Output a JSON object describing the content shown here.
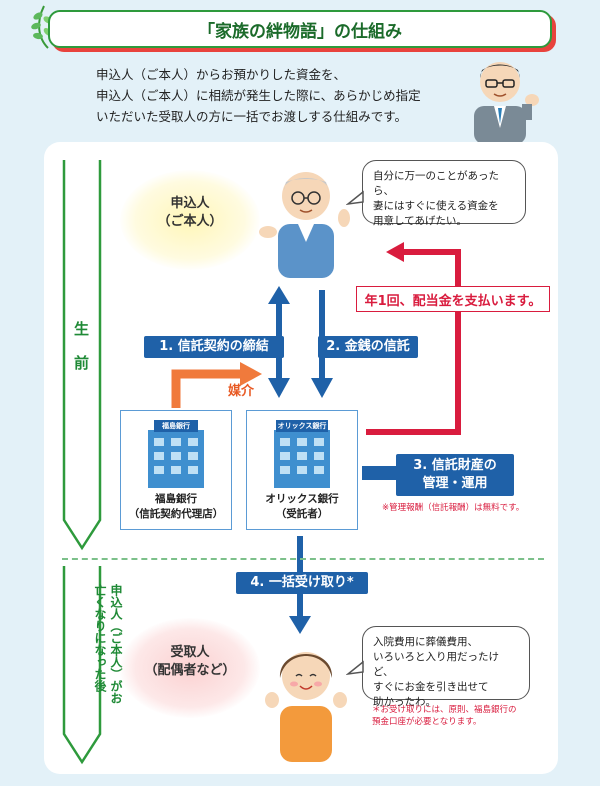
{
  "header": {
    "title": "「家族の絆物語」の仕組み",
    "intro_lines": [
      "申込人（ご本人）からお預かりした資金を、",
      "申込人（ご本人）に相続が発生した際に、あらかじめ指定",
      "いただいた受取人の方に一括でお渡しする仕組みです。"
    ]
  },
  "phases": {
    "before_chars": [
      "生",
      "前"
    ],
    "after": "申込人（ご本人）がお亡くなりになった後"
  },
  "applicant": {
    "label_lines": [
      "申込人",
      "（ご本人）"
    ]
  },
  "applicant_bubble": [
    "自分に万一のことがあったら、",
    "妻にはすぐに使える資金を",
    "用意してあげたい。"
  ],
  "steps": {
    "step1": "1. 信託契約の締結",
    "step2": "2. 金銭の信託",
    "step3_lines": [
      "3. 信託財産の",
      "管理・運用"
    ],
    "step4": "4. 一括受け取り*"
  },
  "dividend": "年1回、配当金を支払います。",
  "intermediary": "媒介",
  "banks": {
    "fukushima": {
      "sign": "福島銀行",
      "caption_lines": [
        "福島銀行",
        "（信託契約代理店）"
      ]
    },
    "orix": {
      "sign": "オリックス銀行",
      "caption_lines": [
        "オリックス銀行",
        "（受託者）"
      ]
    }
  },
  "fee_note": "※管理報酬（信託報酬）は無料です。",
  "recipient": {
    "label_lines": [
      "受取人",
      "（配偶者など）"
    ]
  },
  "recipient_bubble": [
    "入院費用に葬儀費用、",
    "いろいろと入り用だったけど、",
    "すぐにお金を引き出せて",
    "助かったわ。"
  ],
  "receipt_note": [
    "＊お受け取りには、原則、福島銀行の",
    "預金口座が必要となります。"
  ],
  "colors": {
    "green": "#2e9a3c",
    "red": "#d91c3e",
    "blue": "#1f61a8",
    "orange": "#f07a3c"
  }
}
